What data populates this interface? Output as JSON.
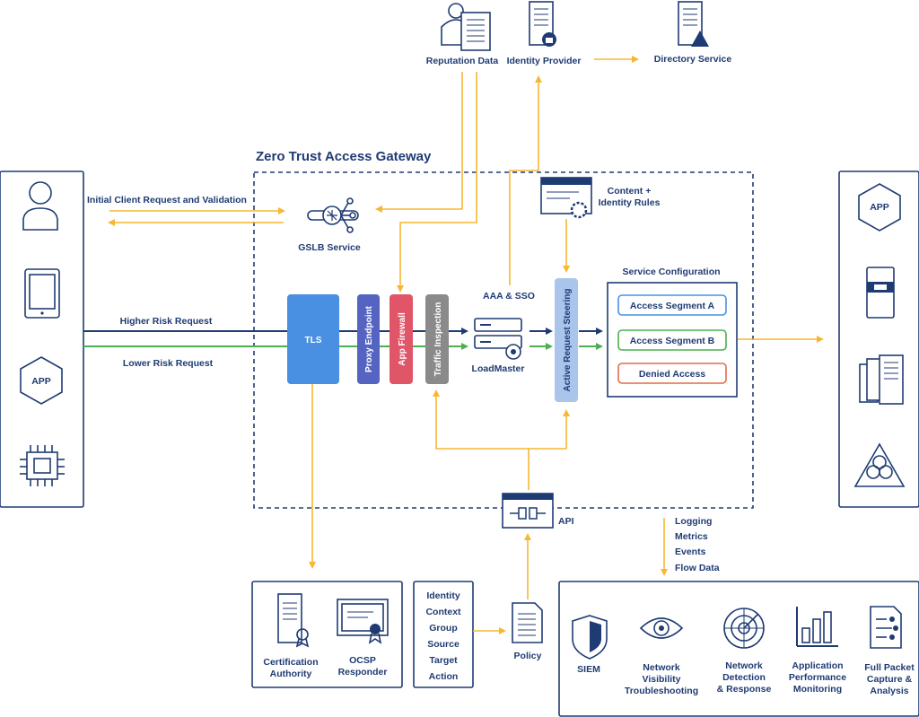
{
  "title": "Zero Trust Access Gateway",
  "top": {
    "reputation": "Reputation Data",
    "identity_provider": "Identity Provider",
    "directory": "Directory Service"
  },
  "flows": {
    "initial": "Initial Client Request and Validation",
    "higher": "Higher Risk Request",
    "lower": "Lower Risk Request"
  },
  "gateway": {
    "gslb": "GSLB Service",
    "content_rules_1": "Content +",
    "content_rules_2": "Identity Rules",
    "tls": "TLS",
    "proxy": "Proxy Endpoint",
    "firewall": "App Firewall",
    "traffic": "Traffic Inspection",
    "aaa": "AAA & SSO",
    "loadmaster": "LoadMaster",
    "steering": "Active Request Steering",
    "service_config": "Service Configuration",
    "segment_a": "Access Segment A",
    "segment_b": "Access Segment B",
    "denied": "Denied Access",
    "api": "API"
  },
  "clients": {
    "app": "APP"
  },
  "servers": {
    "app": "APP"
  },
  "telemetry": [
    "Logging",
    "Metrics",
    "Events",
    "Flow Data"
  ],
  "pki": {
    "ca_1": "Certification",
    "ca_2": "Authority",
    "ocsp_1": "OCSP",
    "ocsp_2": "Responder"
  },
  "policy_attrs": [
    "Identity",
    "Context",
    "Group",
    "Source",
    "Target",
    "Action"
  ],
  "policy": "Policy",
  "tools": {
    "siem": "SIEM",
    "nvt_1": "Network",
    "nvt_2": "Visibility",
    "nvt_3": "Troubleshooting",
    "ndr_1": "Network",
    "ndr_2": "Detection",
    "ndr_3": "& Response",
    "apm_1": "Application",
    "apm_2": "Performance",
    "apm_3": "Monitoring",
    "fpc_1": "Full Packet",
    "fpc_2": "Capture &",
    "fpc_3": "Analysis"
  },
  "colors": {
    "navy": "#1f3b73",
    "yellow": "#f7b733",
    "blue": "#4a90e2",
    "proxy": "#5563c1",
    "firewall": "#e05568",
    "traffic": "#8a8a8a",
    "steering": "#a9c5ec",
    "green": "#4caf50",
    "red": "#e46a4a"
  }
}
